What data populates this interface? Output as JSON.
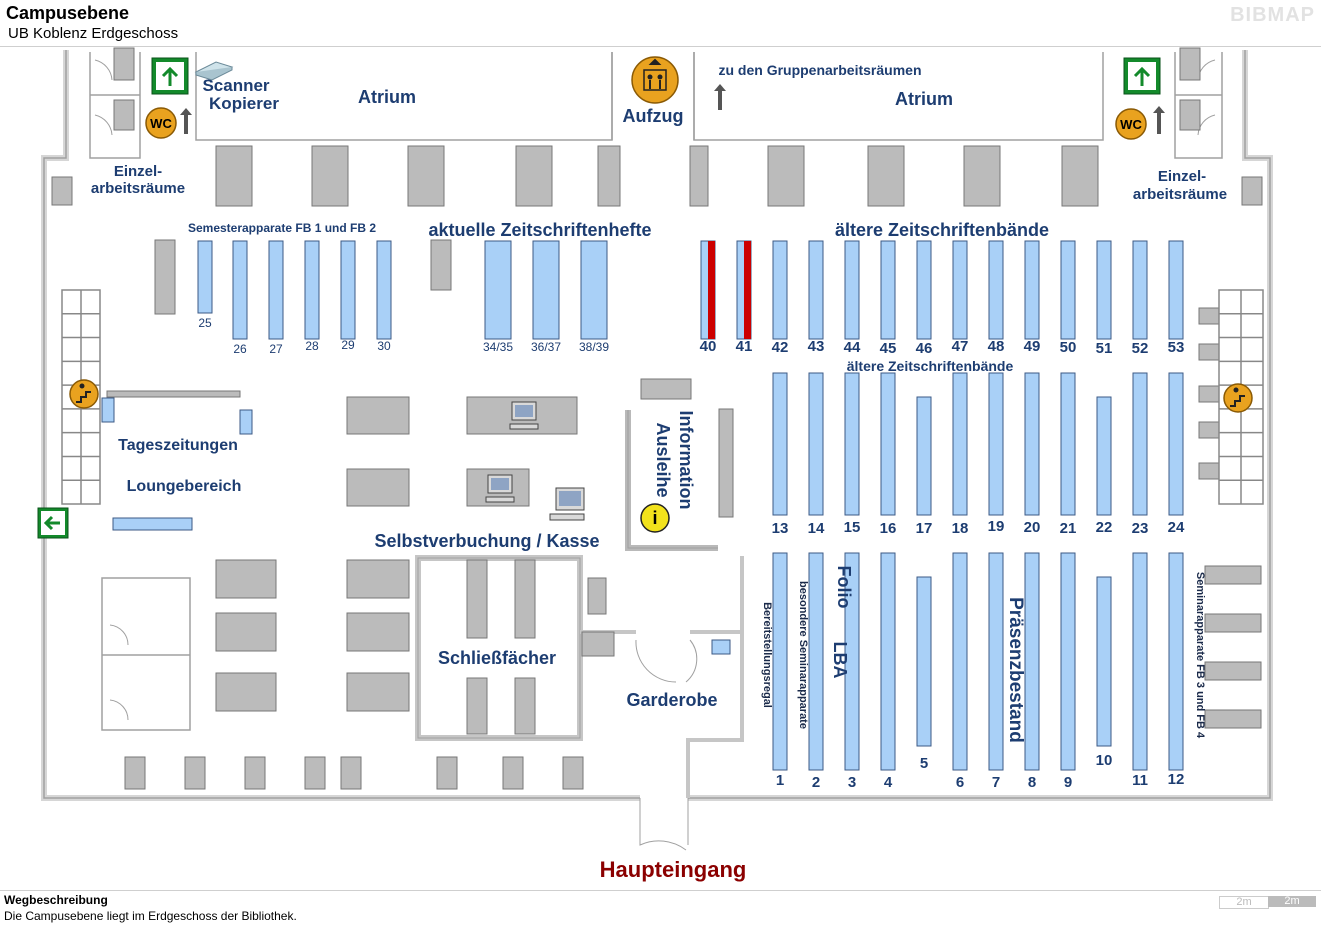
{
  "header": {
    "title": "Campusebene",
    "subtitle": "UB Koblenz Erdgeschoss",
    "brand": "BIBMAP"
  },
  "map": {
    "rooms": {
      "atrium_left": "Atrium",
      "atrium_right": "Atrium",
      "scanner": "Scanner",
      "kopierer": "Kopierer",
      "aufzug": "Aufzug",
      "gruppenarbeit": "zu den Gruppenarbeitsräumen",
      "einzel_left_1": "Einzel-",
      "einzel_left_2": "arbeitsräume",
      "einzel_right_1": "Einzel-",
      "einzel_right_2": "arbeitsräume",
      "semester": "Semesterapparate FB 1 und FB 2",
      "aktuelle": "aktuelle Zeitschriftenhefte",
      "aeltere_top": "ältere Zeitschriftenbände",
      "aeltere_mid": "ältere Zeitschriftenbände",
      "tageszeitungen": "Tageszeitungen",
      "lounge": "Loungebereich",
      "information": "Information",
      "ausleihe": "Ausleihe",
      "selbst": "Selbstverbuchung / Kasse",
      "schliess": "Schließfächer",
      "garderobe": "Garderobe",
      "haupteingang": "Haupteingang",
      "bereitstellung": "Bereitstellungsregal",
      "besondere": "besondere Seminarapparate",
      "folio": "Folio",
      "lba": "LBA",
      "praesenz": "Präsenzbestand",
      "seminar_fb34": "Seminarapparate FB 3 und FB 4"
    },
    "icons": {
      "wc": "WC",
      "info": "i",
      "exit_icon": "exit-sign-icon",
      "elevator_icon": "elevator-icon",
      "stairs_icon": "stairs-icon",
      "computer_icon": "computer-icon",
      "scanner_icon": "scanner-icon"
    },
    "shelf_numbers": {
      "semester": [
        "25",
        "26",
        "27",
        "28",
        "29",
        "30"
      ],
      "magazines": [
        "34/35",
        "36/37",
        "38/39"
      ],
      "top_row": [
        "40",
        "41",
        "42",
        "43",
        "44",
        "45",
        "46",
        "47",
        "48",
        "49",
        "50",
        "51",
        "52",
        "53"
      ],
      "middle_row": [
        "13",
        "14",
        "15",
        "16",
        "17",
        "18",
        "19",
        "20",
        "21",
        "22",
        "23",
        "24"
      ],
      "bottom_row": [
        "1",
        "2",
        "3",
        "4",
        "5",
        "6",
        "7",
        "8",
        "9",
        "10",
        "11",
        "12"
      ]
    },
    "colors": {
      "shelf": "#a9d0f7",
      "shelf_border": "#3c5a86",
      "furniture": "#bbbbbb",
      "highlight": "#cc0000",
      "label": "#1d3d71",
      "entrance": "#8b0000",
      "wall": "#9a9a9a"
    }
  },
  "footer": {
    "title": "Wegbeschreibung",
    "text": "Die Campusebene liegt im Erdgeschoss der Bibliothek.",
    "scale_left": "2m",
    "scale_right": "2m"
  }
}
